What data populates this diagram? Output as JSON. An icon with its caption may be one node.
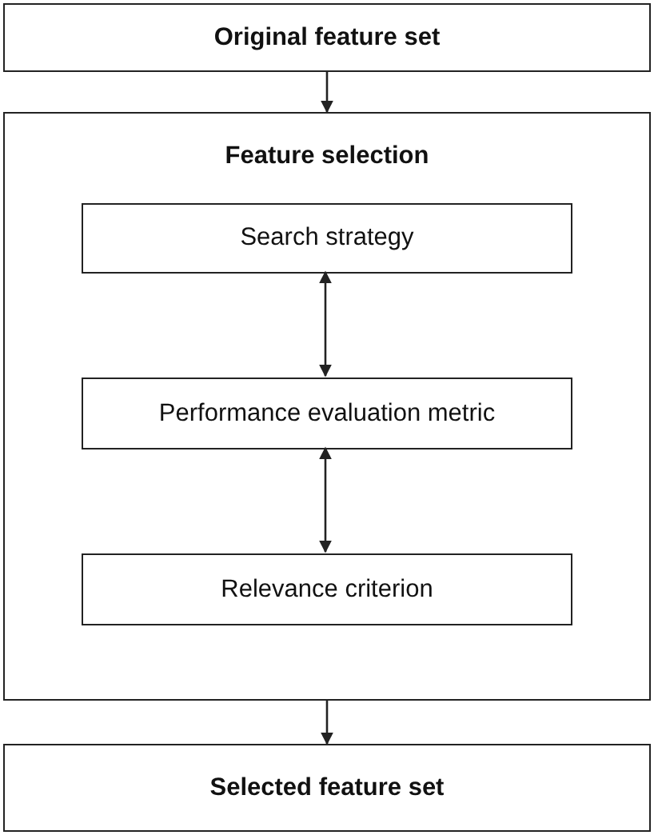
{
  "diagram": {
    "nodes": [
      {
        "text": [
          "Original feature set"
        ]
      },
      {
        "text": [
          "Feature selection"
        ]
      },
      {
        "text": [
          "Search strategy"
        ],
        "in": 1
      },
      {
        "text": [
          "Performance evaluation metric"
        ],
        "in": 1
      },
      {
        "text": [
          "Relevance criterion"
        ],
        "in": 1
      },
      {
        "text": [
          "Selected feature set"
        ]
      }
    ],
    "edges": [
      {
        "from": 0,
        "to": 1,
        "arrow": "to"
      },
      {
        "from": 2,
        "to": 3,
        "arrow": "both"
      },
      {
        "from": 3,
        "to": 4,
        "arrow": "both"
      },
      {
        "from": 1,
        "to": 5,
        "arrow": "to"
      }
    ]
  }
}
